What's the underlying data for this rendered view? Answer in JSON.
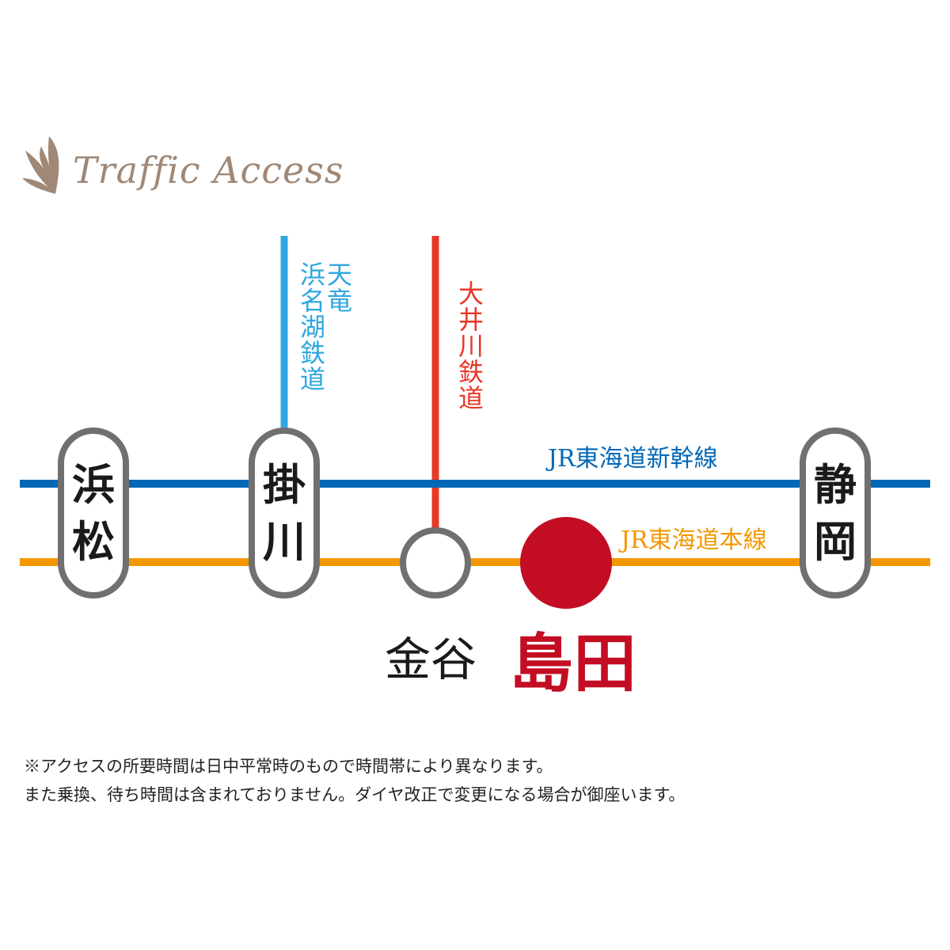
{
  "header": {
    "title": "Traffic Access",
    "logo_icon": "leaf-ornament-icon"
  },
  "colors": {
    "shinkansen": "#0068b7",
    "honsen": "#f39800",
    "tenhama": "#2ea7e0",
    "oigawa": "#e83828",
    "shimada": "#c30d23",
    "station_border": "#707070",
    "title": "#a08876"
  },
  "lines": {
    "shinkansen": "JR東海道新幹線",
    "honsen": "JR東海道本線",
    "tenhama_col1": "天竜",
    "tenhama_col2": "浜名湖鉄道",
    "oigawa": "大井川鉄道"
  },
  "stations": {
    "hamamatsu": [
      "浜",
      "松"
    ],
    "kakegawa": [
      "掛",
      "川"
    ],
    "shizuoka": [
      "静",
      "岡"
    ],
    "kanaya": "金谷",
    "shimada": "島田"
  },
  "notes": [
    "※アクセスの所要時間は日中平常時のもので時間帯により異なります。",
    "また乗換、待ち時間は含まれておりません。ダイヤ改正で変更になる場合が御座います。"
  ]
}
